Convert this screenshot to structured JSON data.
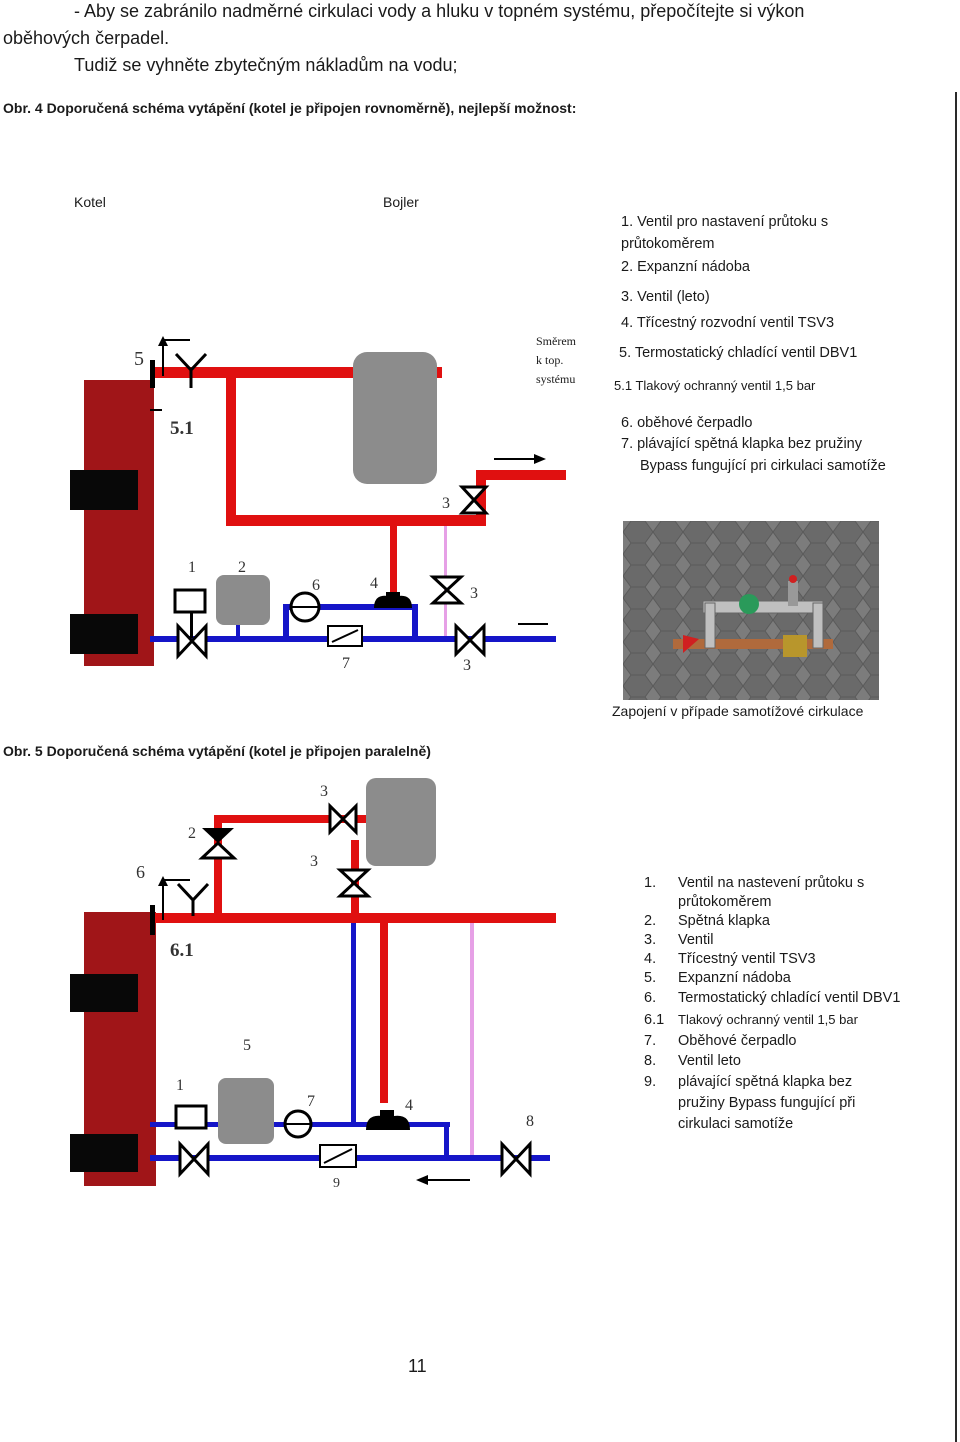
{
  "intro": {
    "line1": "- Aby se zabránilo nadměrné cirkulaci vody a hluku v topném systému, přepočítejte si výkon",
    "line2": "oběhových čerpadel.",
    "line3": "Tudiž se vyhněte zbytečným nákladům na vodu;"
  },
  "fig4": {
    "caption": "Obr. 4 Doporučená schéma vytápění (kotel je připojen rovnoměrně), nejlepší možnost:",
    "label_kotel": "Kotel",
    "label_bojler": "Bojler",
    "direction": [
      "Směrem",
      "k top.",
      "systému"
    ],
    "legend": [
      "1. Ventil pro nastavení průtoku s",
      "průtokoměrem",
      "2. Expanzní nádoba",
      "3. Ventil (leto)",
      "4. Třícestný rozvodní ventil TSV3",
      "5. Termostatický chladící ventil DBV1",
      "5.1 Tlakový ochranný ventil 1,5 bar",
      "6. oběhové čerpadlo",
      "7. plávající spětná klapka bez pružiny",
      "Bypass fungující pri cirkulaci samotíže"
    ],
    "diagram_numbers": [
      "5",
      "5.1",
      "3",
      "1",
      "2",
      "6",
      "4",
      "3",
      "7",
      "3"
    ],
    "photo_caption": "Zapojení v případe samotížové cirkulace"
  },
  "fig5": {
    "caption": "Obr. 5 Doporučená schéma vytápění (kotel je připojen paralelně)",
    "diagram_numbers": [
      "3",
      "2",
      "3",
      "6",
      "6.1",
      "5",
      "1",
      "7",
      "4",
      "8",
      "9"
    ],
    "legend": [
      {
        "n": "1.",
        "t": "Ventil na nastevení průtoku s"
      },
      {
        "n": "",
        "t": "průtokoměrem"
      },
      {
        "n": "2.",
        "t": "Spětná klapka"
      },
      {
        "n": "3.",
        "t": "Ventil"
      },
      {
        "n": "4.",
        "t": "Třícestný ventil TSV3"
      },
      {
        "n": "5.",
        "t": "Expanzní nádoba"
      },
      {
        "n": "6.",
        "t": "Termostatický chladící ventil DBV1"
      },
      {
        "n": "6.1",
        "t": "Tlakový ochranný ventil 1,5 bar"
      },
      {
        "n": "7.",
        "t": "Oběhové čerpadlo"
      },
      {
        "n": "8.",
        "t": "Ventil leto"
      },
      {
        "n": "9.",
        "t": "plávající spětná klapka bez"
      },
      {
        "n": "",
        "t": "pružiny Bypass fungující při"
      },
      {
        "n": "",
        "t": "cirkulaci samotíže"
      }
    ]
  },
  "page_number": "11",
  "colors": {
    "pipe_red": "#e01010",
    "pipe_blue": "#1515c8",
    "boiler": "#a01518",
    "tank": "#8c8c8c",
    "bypass": "#e6a0e6"
  }
}
